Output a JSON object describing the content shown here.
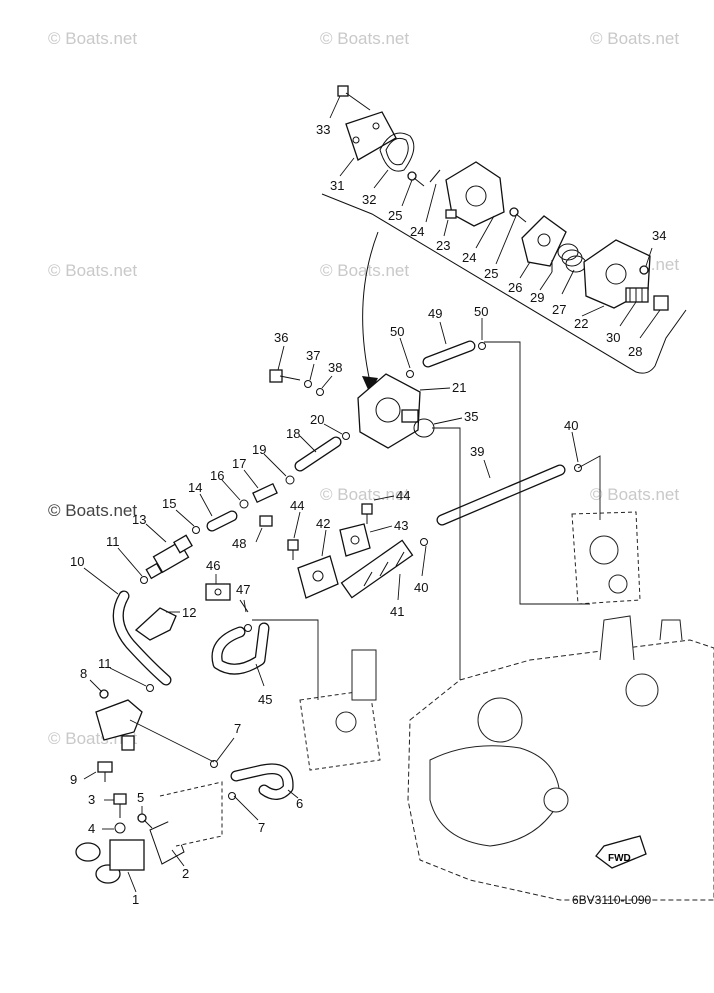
{
  "watermarks": [
    "© Boats.net",
    "© Boats.net",
    "© Boats.net",
    "© Boats.net",
    "© Boats.net",
    "© Boats.net",
    "© Boats.net",
    "© Boats.net",
    "© Boats.net",
    "© Boats.net"
  ],
  "diagram_code": "6BV3110-L090",
  "fwd_label": "FWD",
  "callouts": [
    "1",
    "2",
    "3",
    "4",
    "5",
    "6",
    "7",
    "7",
    "8",
    "9",
    "10",
    "11",
    "11",
    "12",
    "13",
    "14",
    "15",
    "16",
    "17",
    "18",
    "19",
    "20",
    "21",
    "22",
    "23",
    "24",
    "24",
    "25",
    "25",
    "26",
    "27",
    "28",
    "29",
    "30",
    "31",
    "32",
    "33",
    "34",
    "35",
    "36",
    "37",
    "38",
    "39",
    "40",
    "40",
    "41",
    "42",
    "43",
    "44",
    "44",
    "45",
    "46",
    "47",
    "48",
    "49",
    "50",
    "50"
  ]
}
